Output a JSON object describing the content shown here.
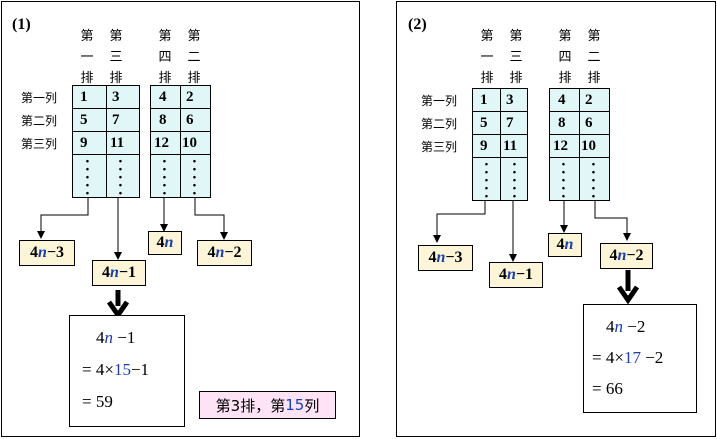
{
  "panel1": {
    "label": "(1)",
    "col_labels": [
      [
        "第",
        "一",
        "排"
      ],
      [
        "第",
        "三",
        "排"
      ],
      [
        "第",
        "四",
        "排"
      ],
      [
        "第",
        "二",
        "排"
      ]
    ],
    "row_labels": [
      "第一列",
      "第二列",
      "第三列"
    ],
    "left_grid": [
      [
        "1",
        "3"
      ],
      [
        "5",
        "7"
      ],
      [
        "9",
        "11"
      ]
    ],
    "right_grid": [
      [
        "4",
        "2"
      ],
      [
        "8",
        "6"
      ],
      [
        "12",
        "10"
      ]
    ],
    "dots": "⋮",
    "boxes": [
      {
        "pre": "4",
        "n": "n",
        "post": "−3"
      },
      {
        "pre": "4",
        "n": "n",
        "post": "−1"
      },
      {
        "pre": "4",
        "n": "n",
        "post": ""
      },
      {
        "pre": "4",
        "n": "n",
        "post": "−2"
      }
    ],
    "calc": {
      "l1_pre": "4",
      "l1_n": "n",
      "l1_post": " −1",
      "l2_pre": "= 4×",
      "l2_num": "15",
      "l2_post": "−1",
      "l3": "= 59"
    },
    "answer": {
      "pre": "第3排，第",
      "num": "15",
      "post": "列"
    }
  },
  "panel2": {
    "label": "(2)",
    "col_labels": [
      [
        "第",
        "一",
        "排"
      ],
      [
        "第",
        "三",
        "排"
      ],
      [
        "第",
        "四",
        "排"
      ],
      [
        "第",
        "二",
        "排"
      ]
    ],
    "row_labels": [
      "第一列",
      "第二列",
      "第三列"
    ],
    "left_grid": [
      [
        "1",
        "3"
      ],
      [
        "5",
        "7"
      ],
      [
        "9",
        "11"
      ]
    ],
    "right_grid": [
      [
        "4",
        "2"
      ],
      [
        "8",
        "6"
      ],
      [
        "12",
        "10"
      ]
    ],
    "dots": "⋮",
    "boxes": [
      {
        "pre": "4",
        "n": "n",
        "post": "−3"
      },
      {
        "pre": "4",
        "n": "n",
        "post": "−1"
      },
      {
        "pre": "4",
        "n": "n",
        "post": ""
      },
      {
        "pre": "4",
        "n": "n",
        "post": "−2"
      }
    ],
    "calc": {
      "l1_pre": "4",
      "l1_n": "n",
      "l1_post": " −2",
      "l2_pre": "= 4×",
      "l2_num": "17",
      "l2_post": " −2",
      "l3": "= 66"
    }
  },
  "colors": {
    "grid_fill": "#e0f6f7",
    "box_fill": "#fdf5d8",
    "answer_fill": "#fde3f5",
    "blue": "#1a3fa8"
  }
}
